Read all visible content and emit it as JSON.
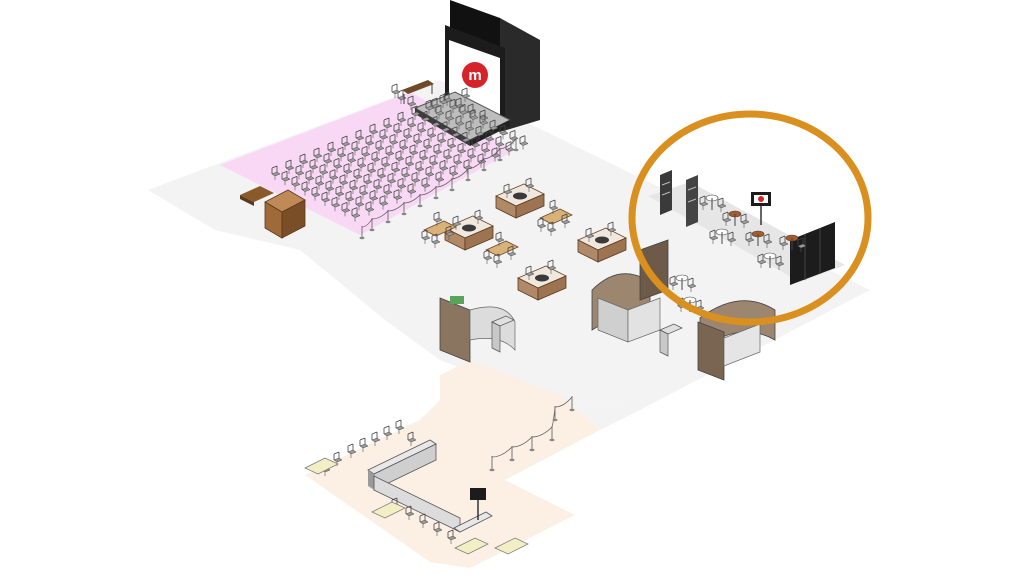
{
  "diagram": {
    "kind": "isometric-event-floor-plan",
    "stage_logo_glyph": "m",
    "zones": [
      {
        "name": "seminar-seating-zone",
        "color": "#f7d7f3"
      },
      {
        "name": "main-exhibit-floor",
        "color": "#f2f2f2"
      },
      {
        "name": "cafe-bar-zone",
        "color": "#fbeee2"
      }
    ],
    "colors": {
      "highlight_ring": "#d9901f",
      "stage_black": "#1c1c1c",
      "logo_red": "#d4242a",
      "wood": "#a87a4f",
      "wood_dark": "#6e4a2a",
      "chair_gray": "#8c8c8c",
      "stanchion": "#777777"
    }
  }
}
